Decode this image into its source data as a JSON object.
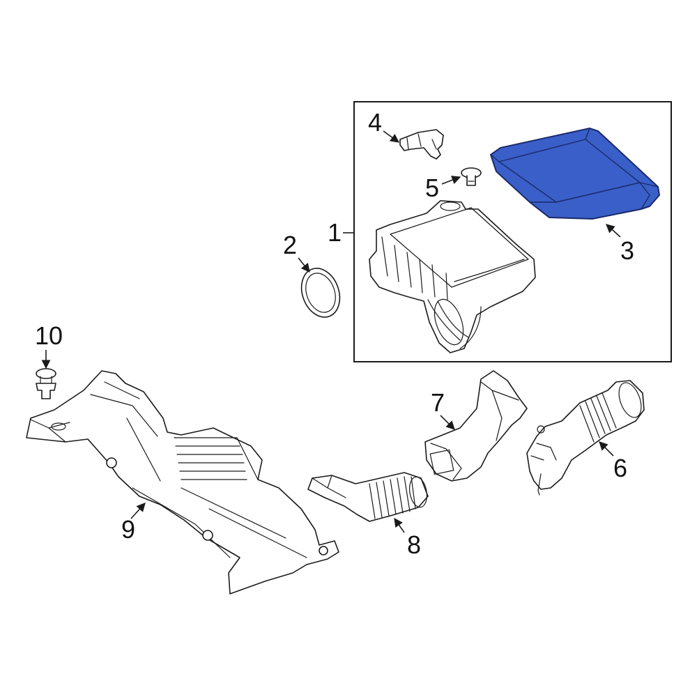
{
  "callouts": {
    "c1": "1",
    "c2": "2",
    "c3": "3",
    "c4": "4",
    "c5": "5",
    "c6": "6",
    "c7": "7",
    "c8": "8",
    "c9": "9",
    "c10": "10"
  },
  "colors": {
    "highlight": "#3a5fc8",
    "line": "#1a1a1a",
    "background": "#ffffff"
  }
}
